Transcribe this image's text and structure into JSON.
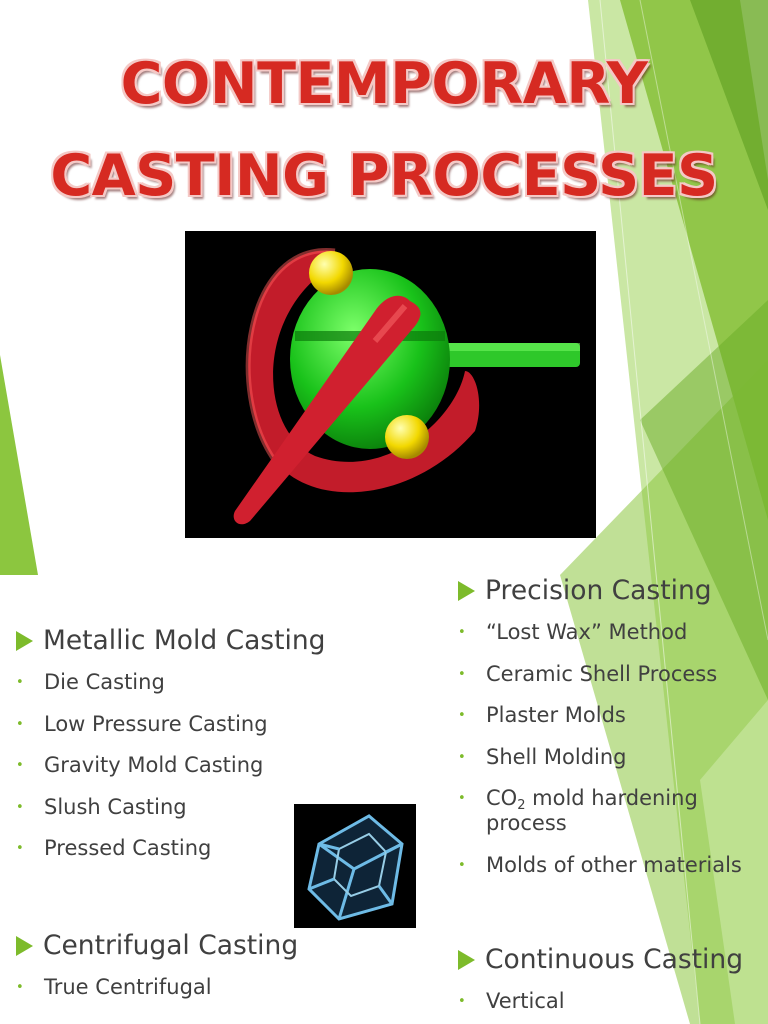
{
  "slide": {
    "title_lines": [
      "CONTEMPORARY",
      "CASTING PROCESSES"
    ],
    "colors": {
      "accent_green": "#7dbb2b",
      "title_red": "#d62a22",
      "text": "#404040"
    }
  },
  "images": {
    "gyroscope": "gyroscope-3d-render",
    "cube": "tesseract-glass-cube"
  },
  "sections": {
    "metallic": {
      "heading": "Metallic Mold Casting",
      "items": [
        "Die Casting",
        "Low Pressure Casting",
        "Gravity Mold Casting",
        "Slush Casting",
        "Pressed Casting"
      ]
    },
    "centrifugal": {
      "heading": "Centrifugal Casting",
      "items": [
        "True Centrifugal"
      ]
    },
    "precision": {
      "heading": "Precision Casting",
      "items": [
        "“Lost Wax” Method",
        "Ceramic Shell Process",
        "Plaster Molds",
        "Shell Molding"
      ],
      "co2_item": {
        "pre": "CO",
        "sub": "2",
        "post": " mold hardening process"
      },
      "last_item": "Molds of other materials"
    },
    "continuous": {
      "heading": "Continuous Casting",
      "items": [
        "Vertical"
      ]
    }
  }
}
